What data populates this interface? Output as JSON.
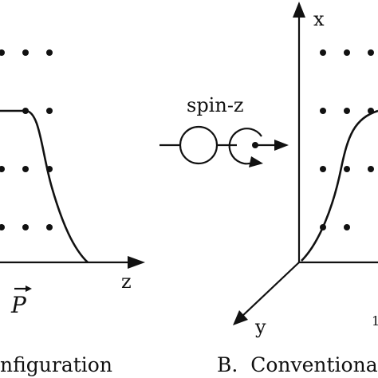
{
  "panel_a": {
    "axis_label": "z",
    "vector_label": "P",
    "caption": "nfiguration"
  },
  "panel_b": {
    "axis_x_label": "x",
    "axis_y_label": "y",
    "caption": "B.  Conventiona",
    "edge_fragment": "1"
  },
  "spin_label": "spin-z"
}
